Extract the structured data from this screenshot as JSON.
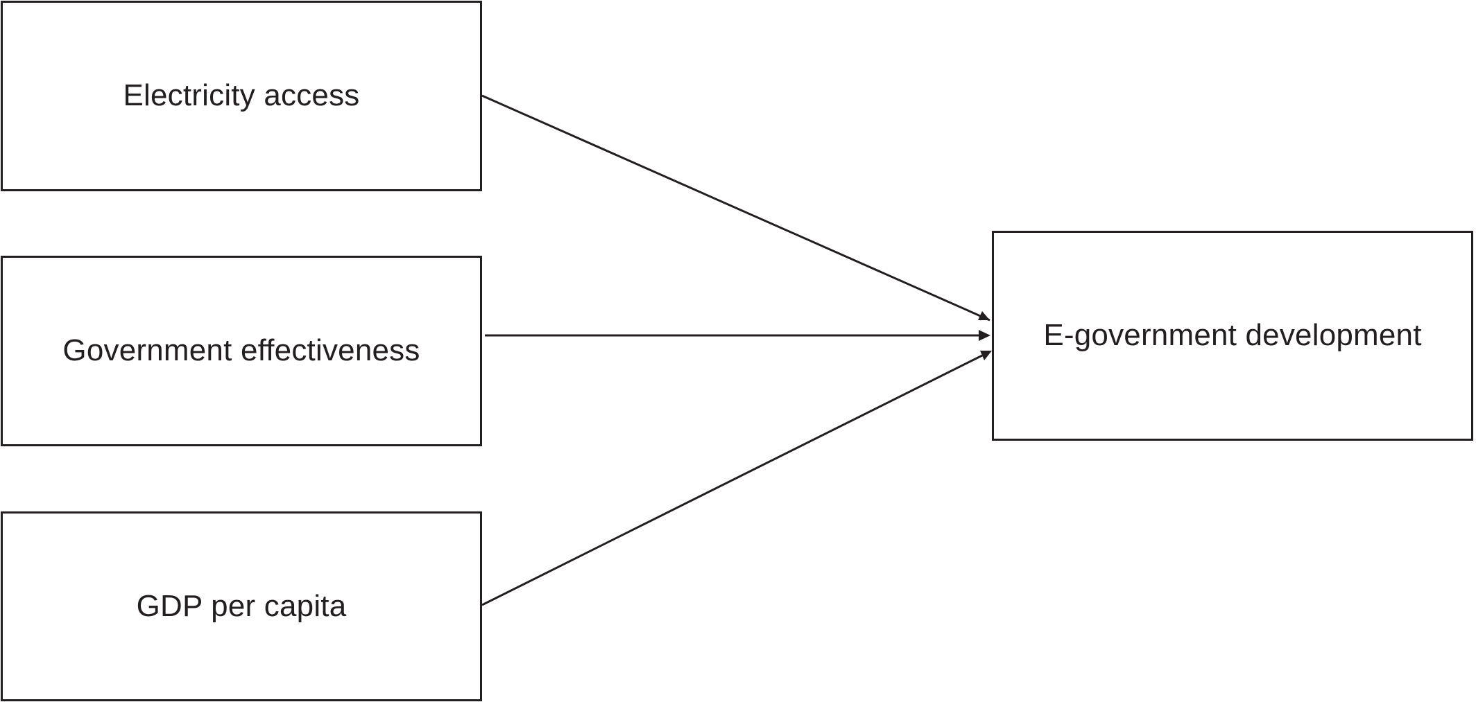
{
  "nodes": {
    "electricity_access": {
      "label": "Electricity access"
    },
    "government_effectiveness": {
      "label": "Government effectiveness"
    },
    "gdp_per_capita": {
      "label": "GDP per capita"
    },
    "egovernment_development": {
      "label": "E-government development"
    }
  },
  "edges": [
    {
      "from": "electricity_access",
      "to": "egovernment_development"
    },
    {
      "from": "government_effectiveness",
      "to": "egovernment_development"
    },
    {
      "from": "gdp_per_capita",
      "to": "egovernment_development"
    }
  ],
  "colors": {
    "stroke": "#231f20",
    "text": "#231f20",
    "background": "#ffffff"
  }
}
